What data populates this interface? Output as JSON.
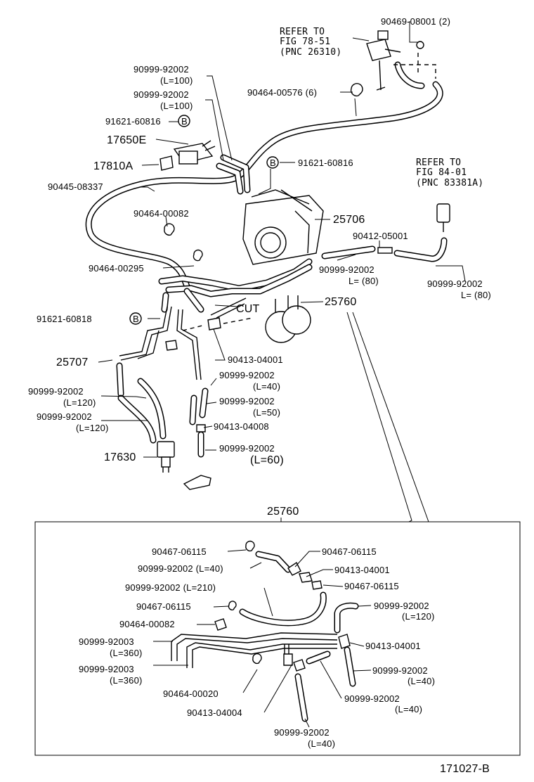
{
  "refer_top": {
    "line1": "REFER TO",
    "line2": "FIG 78-51",
    "line3": "(PNC 26310)"
  },
  "refer_right": {
    "line1": "REFER TO",
    "line2": "FIG 84-01",
    "line3": "(PNC 83381A)"
  },
  "upper_labels": {
    "p90469_08001": "90469-08001 (2)",
    "p90999_92002_a": "90999-92002",
    "p90999_92002_a_len": "(L=100)",
    "p90999_92002_b": "90999-92002",
    "p90999_92002_b_len": "(L=100)",
    "p90464_00576": "90464-00576 (6)",
    "p91621_60816_a": "91621-60816",
    "p17650E": "17650E",
    "p17810A": "17810A",
    "p91621_60816_b": "91621-60816",
    "p90445_08337": "90445-08337",
    "p90464_00082": "90464-00082",
    "p25706": "25706",
    "p90412_05001": "90412-05001",
    "p90464_00295": "90464-00295",
    "p90999_92002_c": "90999-92002",
    "p90999_92002_c_len": "L= (80)",
    "p90999_92002_d": "90999-92002",
    "p90999_92002_d_len": "L= (80)",
    "cut": "CUT",
    "p25760": "25760",
    "p91621_60818": "91621-60818",
    "p90413_04001": "90413-04001",
    "p25707": "25707",
    "p90999_92002_e": "90999-92002",
    "p90999_92002_e_len": "(L=40)",
    "p90999_92002_f": "90999-92002",
    "p90999_92002_f_len": "(L=120)",
    "p90999_92002_g": "90999-92002",
    "p90999_92002_g_len": "(L=50)",
    "p90999_92002_h": "90999-92002",
    "p90999_92002_h_len": "(L=120)",
    "p90413_04008": "90413-04008",
    "p90999_92002_i": "90999-92002",
    "p90999_92002_i_len": "(L=60)",
    "p17630": "17630",
    "bullet_b": "B"
  },
  "detail": {
    "title": "25760",
    "labels": {
      "d90467_06115_a": "90467-06115",
      "d90467_06115_b": "90467-06115",
      "d90999_92002_40": "90999-92002 (L=40)",
      "d90413_04001_a": "90413-04001",
      "d90467_06115_c": "90467-06115",
      "d90999_92002_210": "90999-92002 (L=210)",
      "d90467_06115_d": "90467-06115",
      "d90999_92002_r": "90999-92002",
      "d90999_92002_r_len": "(L=120)",
      "d90464_00082": "90464-00082",
      "d90999_92003_a": "90999-92003",
      "d90999_92003_a_len": "(L=360)",
      "d90413_04001_b": "90413-04001",
      "d90999_92003_b": "90999-92003",
      "d90999_92003_b_len": "(L=360)",
      "d90999_92002_s": "90999-92002",
      "d90999_92002_s_len": "(L=40)",
      "d90464_00020": "90464-00020",
      "d90999_92002_t": "90999-92002",
      "d90999_92002_t_len": "(L=40)",
      "d90413_04004": "90413-04004",
      "d90999_92002_u": "90999-92002",
      "d90999_92002_u_len": "(L=40)"
    }
  },
  "footer_code": "171027-B"
}
